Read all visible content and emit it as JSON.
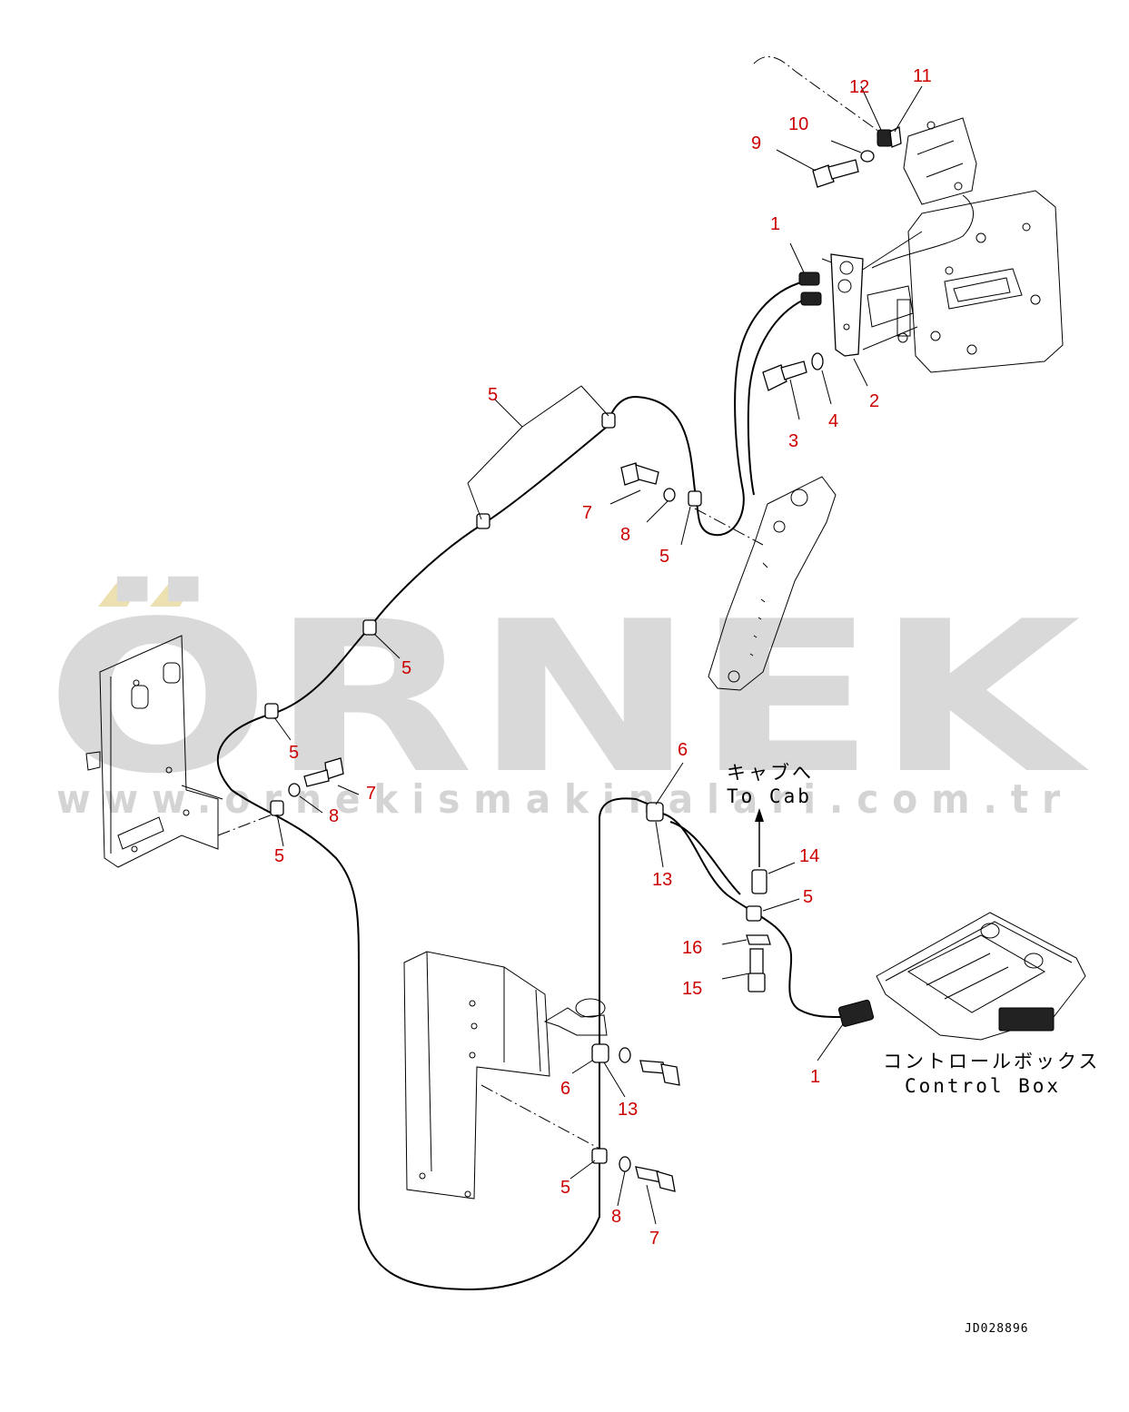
{
  "watermark": {
    "brand": "ÖRNEK",
    "url": "www.ornekismakinalari.com.tr",
    "accent_color": "#e8d8a0",
    "text_color": "#d9d9d9"
  },
  "callouts": [
    {
      "id": "c1a",
      "text": "1"
    },
    {
      "id": "c1b",
      "text": "1"
    },
    {
      "id": "c2",
      "text": "2"
    },
    {
      "id": "c3",
      "text": "3"
    },
    {
      "id": "c4",
      "text": "4"
    },
    {
      "id": "c5a",
      "text": "5"
    },
    {
      "id": "c5b",
      "text": "5"
    },
    {
      "id": "c5c",
      "text": "5"
    },
    {
      "id": "c5d",
      "text": "5"
    },
    {
      "id": "c5e",
      "text": "5"
    },
    {
      "id": "c5f",
      "text": "5"
    },
    {
      "id": "c5g",
      "text": "5"
    },
    {
      "id": "c6a",
      "text": "6"
    },
    {
      "id": "c6b",
      "text": "6"
    },
    {
      "id": "c7a",
      "text": "7"
    },
    {
      "id": "c7b",
      "text": "7"
    },
    {
      "id": "c7c",
      "text": "7"
    },
    {
      "id": "c8a",
      "text": "8"
    },
    {
      "id": "c8b",
      "text": "8"
    },
    {
      "id": "c8c",
      "text": "8"
    },
    {
      "id": "c9",
      "text": "9"
    },
    {
      "id": "c10",
      "text": "10"
    },
    {
      "id": "c11",
      "text": "11"
    },
    {
      "id": "c12",
      "text": "12"
    },
    {
      "id": "c13a",
      "text": "13"
    },
    {
      "id": "c13b",
      "text": "13"
    },
    {
      "id": "c14",
      "text": "14"
    },
    {
      "id": "c15",
      "text": "15"
    },
    {
      "id": "c16",
      "text": "16"
    }
  ],
  "notes": {
    "to_cab_jp": "キャブへ",
    "to_cab_en": "To Cab",
    "control_box_jp": "コントロールボックス",
    "control_box_en": "Control Box"
  },
  "drawing_number": "JD028896",
  "callout_color": "#cc0000"
}
